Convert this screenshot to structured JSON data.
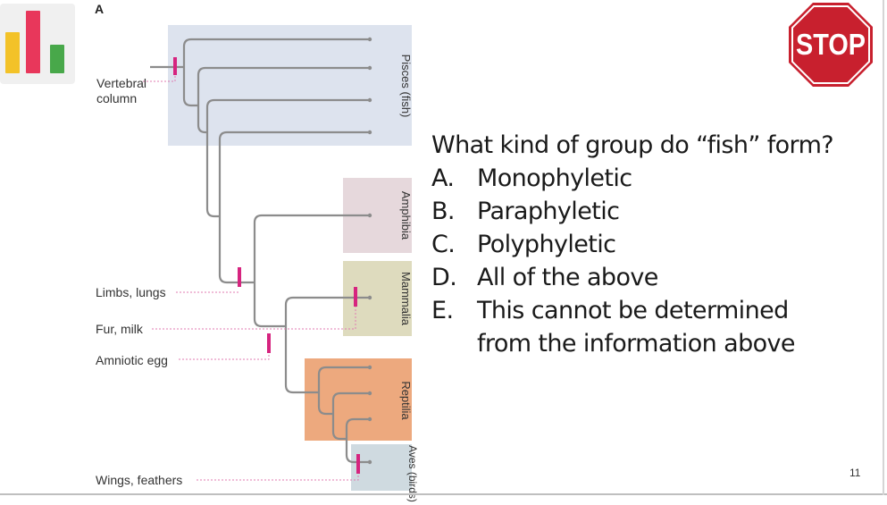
{
  "figure": {
    "label": "A",
    "traits": [
      "Vertebral column",
      "Limbs, lungs",
      "Fur, milk",
      "Amniotic egg",
      "Wings, feathers"
    ],
    "clades": [
      "Pisces (fish)",
      "Amphibia",
      "Mammalia",
      "Reptilia",
      "Aves (birds)"
    ]
  },
  "stop_sign": {
    "text": "STOP"
  },
  "question": {
    "text": "What kind of group do “fish” form?",
    "options": [
      {
        "letter": "A.",
        "text": "Monophyletic"
      },
      {
        "letter": "B.",
        "text": "Paraphyletic"
      },
      {
        "letter": "C.",
        "text": "Polyphyletic"
      },
      {
        "letter": "D.",
        "text": "All of the above"
      },
      {
        "letter": "E.",
        "text": "This cannot be determined from the information above"
      }
    ]
  },
  "page_number": "11",
  "colors": {
    "pisces_box": "#dde3ee",
    "amphibia_box": "#e6d8dc",
    "mammalia_box": "#dedbbe",
    "reptilia_box": "#eda97e",
    "aves_box": "#cfdae0",
    "trait_mark": "#d6247f",
    "tree_line": "#8c8c8c",
    "stop_red": "#c8202e"
  },
  "icons": [
    "bar-chart-logo-icon",
    "stop-sign-icon"
  ]
}
